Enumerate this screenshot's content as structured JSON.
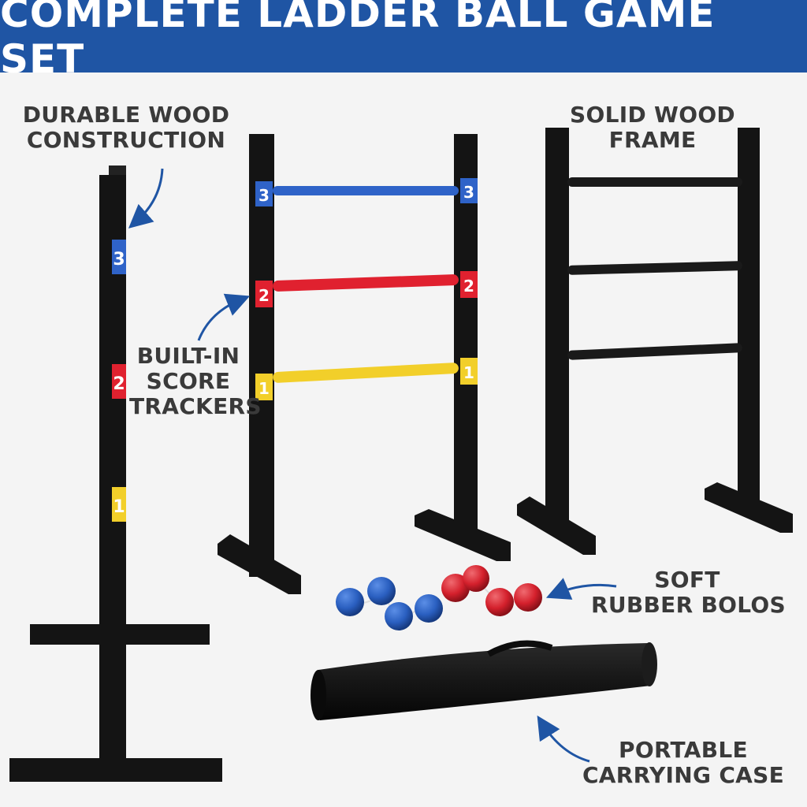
{
  "banner": {
    "title": "COMPLETE LADDER BALL GAME SET",
    "color": "#1f55a4"
  },
  "callouts": {
    "wood_construction": [
      "DURABLE WOOD",
      "CONSTRUCTION"
    ],
    "solid_frame": [
      "SOLID WOOD",
      "FRAME"
    ],
    "score_trackers": [
      "BUILT-IN",
      "SCORE",
      "TRACKERS"
    ],
    "bolos": [
      "SOFT",
      "RUBBER BOLOS"
    ],
    "carrying_case": [
      "PORTABLE",
      "CARRYING CASE"
    ]
  },
  "score_labels": {
    "top": "3",
    "middle": "2",
    "bottom": "1"
  },
  "colors": {
    "frame": "#141414",
    "rung_top": "#2f63c8",
    "rung_middle": "#e0212f",
    "rung_bottom": "#f2cf2a",
    "bolo_blue": "#2a5fc0",
    "bolo_red": "#d4202c",
    "arrow": "#1f55a4"
  },
  "icons": [
    "callout-arrow-icon"
  ]
}
